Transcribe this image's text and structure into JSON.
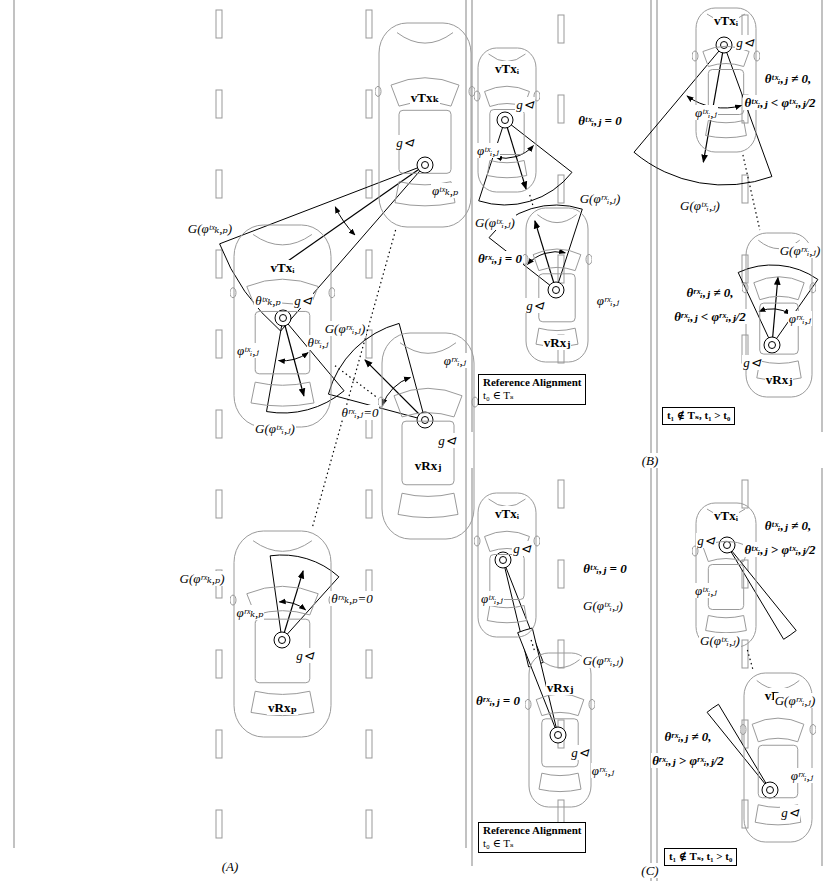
{
  "diagram": {
    "caption": "(A) (B) (C)",
    "nodes": [
      {
        "text": [
          "vTxₖ"
        ]
      },
      {
        "text": [
          "vTxᵢ"
        ]
      },
      {
        "text": [
          "vRxⱼ"
        ]
      },
      {
        "text": [
          "vRxₚ"
        ]
      },
      {
        "text": [
          "vTxᵢ"
        ]
      },
      {
        "text": [
          "vRxⱼ"
        ]
      },
      {
        "text": [
          "Reference Alignment",
          "t₀ ∈ Tₛ"
        ]
      },
      {
        "text": [
          "vTxᵢ"
        ]
      },
      {
        "text": [
          "vRxⱼ"
        ]
      },
      {
        "text": [
          "t₁ ∉ Tₛ, t₁ > t₀"
        ]
      },
      {
        "text": [
          "vTxᵢ"
        ]
      },
      {
        "text": [
          "vRxⱼ"
        ]
      },
      {
        "text": [
          "Reference Alignment",
          "t₀ ∈ Tₛ"
        ]
      },
      {
        "text": [
          "vTxᵢ"
        ]
      },
      {
        "text": [
          "vRxⱼ"
        ]
      },
      {
        "text": [
          "t₁ ∉ Tₛ, t₁ > t₀"
        ]
      }
    ],
    "edges": [
      {
        "from": 1,
        "to": 2,
        "arrow": "none"
      },
      {
        "from": 0,
        "to": 3,
        "arrow": "none"
      },
      {
        "from": 4,
        "to": 5,
        "arrow": "none"
      },
      {
        "from": 7,
        "to": 8,
        "arrow": "none"
      },
      {
        "from": 10,
        "to": 11,
        "arrow": "none"
      },
      {
        "from": 13,
        "to": 14,
        "arrow": "none"
      }
    ],
    "labels": [
      "g⊲",
      "φᵗˣₖ,ₚ",
      "G(φᵗˣₖ,ₚ)",
      "θᵗˣₖ,ₚ",
      "g⊲",
      "φᵗˣᵢ,ⱼ",
      "θᵗˣᵢ,ⱼ",
      "G(φᵗˣᵢ,ⱼ)",
      "G(φʳˣᵢ,ⱼ)",
      "φʳˣᵢ,ⱼ",
      "θʳˣᵢ,ⱼ=0",
      "g⊲",
      "G(φʳˣₖ,ₚ)",
      "θʳˣₖ,ₚ=0",
      "φʳˣₖ,ₚ",
      "g⊲",
      "(A)",
      "g⊲",
      "φᵗˣᵢ,ⱼ",
      "θᵗˣᵢ,ⱼ = 0",
      "G(φᵗˣᵢ,ⱼ)",
      "θʳˣᵢ,ⱼ = 0",
      "G(φʳˣᵢ,ⱼ)",
      "φʳˣᵢ,ⱼ",
      "g⊲",
      "g⊲",
      "φᵗˣᵢ,ⱼ",
      "θᵗˣᵢ,ⱼ ≠ 0,",
      "θᵗˣᵢ,ⱼ < φᵗˣᵢ,ⱼ/2",
      "G(φᵗˣᵢ,ⱼ)",
      "G(φʳˣᵢ,ⱼ)",
      "θʳˣᵢ,ⱼ ≠ 0,",
      "θʳˣᵢ,ⱼ < φʳˣᵢ,ⱼ/2",
      "φʳˣᵢ,ⱼ",
      "g⊲",
      "(B)",
      "g⊲",
      "θᵗˣᵢ,ⱼ = 0",
      "φᵗˣᵢ,ⱼ",
      "G(φᵗˣᵢ,ⱼ)",
      "θʳˣᵢ,ⱼ = 0",
      "G(φʳˣᵢ,ⱼ)",
      "φʳˣᵢ,ⱼ",
      "g⊲",
      "g⊲",
      "θᵗˣᵢ,ⱼ ≠ 0,",
      "θᵗˣᵢ,ⱼ > φᵗˣᵢ,ⱼ/2",
      "φᵗˣᵢ,ⱼ",
      "G(φᵗˣᵢ,ⱼ)",
      "G(φʳˣᵢ,ⱼ)",
      "θʳˣᵢ,ⱼ ≠ 0,",
      "θʳˣᵢ,ⱼ > φʳˣᵢ,ⱼ/2",
      "φʳˣᵢ,ⱼ",
      "g⊲",
      "(C)"
    ]
  }
}
